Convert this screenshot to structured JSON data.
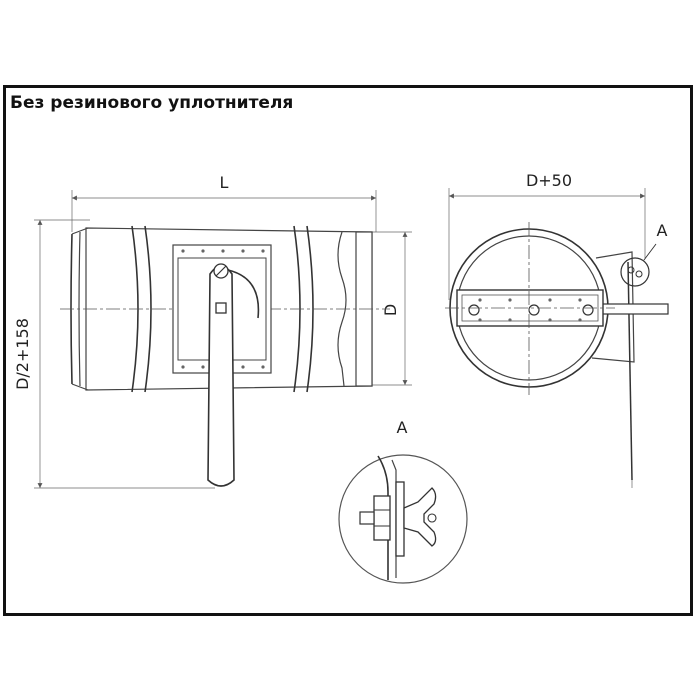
{
  "title": "Без резинового уплотнителя",
  "dimensions": {
    "length": "L",
    "diameter": "D",
    "flange_diameter": "D+50",
    "height": "D/2+158"
  },
  "callouts": {
    "detail_marker": "A",
    "detail_title": "A"
  }
}
